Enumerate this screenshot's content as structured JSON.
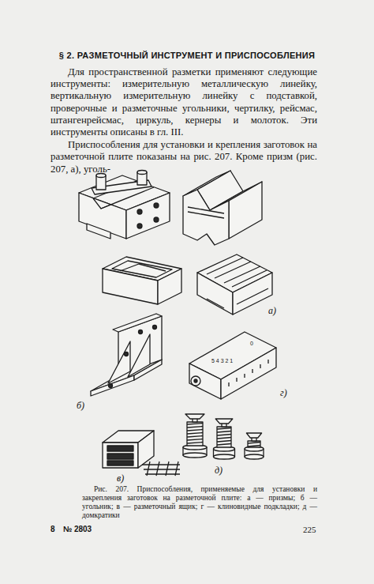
{
  "diagram": {
    "title": "§ 2. РАЗМЕТОЧНЫЙ ИНСТРУМЕНТ И ПРИСПОСОБЛЕНИЯ",
    "caption": "Рис. 207. Приспособления, применяемые для установки и закрепления заготовок на разметочной плите: а — призмы; б — угольник; в — разметочный ящик; г — клиновидные подкладки; д — домкратики",
    "labels": [
      "Для пространственной разметки применяют следующие инструменты: измерительную металлическую линейку, вертикальную измерительную линейку с подставкой, проверочные и разметочные угольники, чертилку, рейсмас, штангенрейсмас, циркуль, кернеры и молоток. Эти инструменты описаны в гл. III.",
      "Приспособления для установки и крепления заготовок на разметочной плите показаны на рис. 207. Кроме призм (рис. 207, а), уголь-",
      "0",
      "5 4 3 2 1",
      "а)",
      "б)",
      "г)",
      "в)",
      "д)",
      "8",
      "№ 2803",
      "225"
    ]
  }
}
